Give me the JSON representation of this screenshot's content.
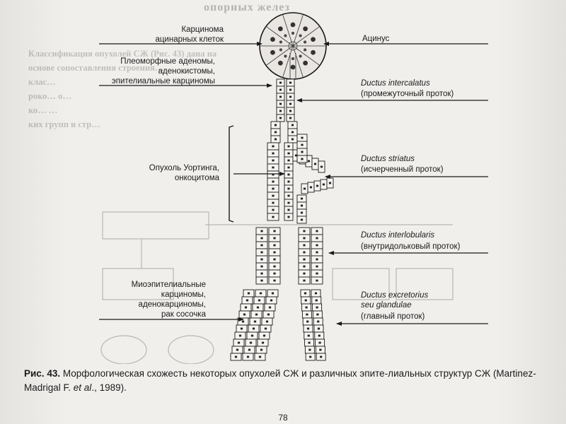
{
  "page": {
    "top_heading": "опорных желез",
    "page_number": "78",
    "bleed_through_lines": [
      "Классификация опухолей СЖ (Рис. 43) дана на",
      "основе сопоставления строения…",
      "клас…",
      "роко… о…",
      "ко… …",
      "ких групп и стр…"
    ]
  },
  "diagram": {
    "left_labels": {
      "acinar_carcinoma": [
        "Карцинома",
        "ацинарных клеток"
      ],
      "pleomorphic": [
        "Плеоморфные аденомы,",
        "аденокистомы,",
        "эпителиальные карциномы"
      ],
      "warthin": [
        "Опухоль Уортинга,",
        "онкоцитома"
      ],
      "myoepithelial": [
        "Миоэпителиальные",
        "карциномы,",
        "аденокарциномы,",
        "рак сосочка"
      ]
    },
    "right_labels": {
      "acinus": "Ацинус",
      "intercalatus": {
        "latin": "Ductus intercalatus",
        "ru": "(промежуточный проток)"
      },
      "striatus": {
        "latin": "Ductus striatus",
        "ru": "(исчерченный проток)"
      },
      "interlobularis": {
        "latin": "Ductus interlobularis",
        "ru": "(внутридольковый проток)"
      },
      "excretorius": {
        "latin1": "Ductus excretorius",
        "latin2": "seu glandulae",
        "ru": "(главный проток)"
      }
    }
  },
  "caption": {
    "figure_label": "Рис. 43.",
    "text_part1": " Морфологическая схожесть некоторых опухолей СЖ и различных эпите-лиальных структур СЖ (Martinez-Madrigal F. ",
    "et_al": "et al",
    "text_part2": "., 1989)."
  }
}
